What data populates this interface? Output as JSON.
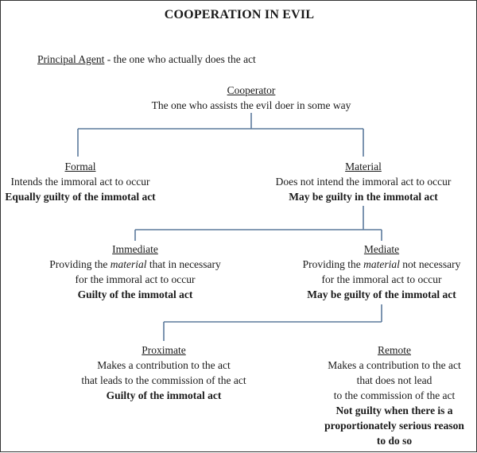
{
  "title": "COOPERATION IN EVIL",
  "principal": {
    "term": "Principal Agent",
    "definition": " - the one who actually does the act"
  },
  "cooperator": {
    "label": "Cooperator",
    "desc": "The one who assists the evil doer in some way"
  },
  "formal": {
    "label": "Formal",
    "desc": "Intends the immoral act to occur",
    "verdict": "Equally guilty of the immotal act"
  },
  "material": {
    "label": "Material",
    "desc": "Does not intend the immoral act to occur",
    "verdict": "May be guilty in the immotal act"
  },
  "immediate": {
    "label": "Immediate",
    "desc1_pre": "Providing the ",
    "desc1_em": "material",
    "desc1_post": " that in necessary",
    "desc2": "for the immoral act to occur",
    "verdict": "Guilty of the immotal act"
  },
  "mediate": {
    "label": "Mediate",
    "desc1_pre": "Providing the ",
    "desc1_em": "material",
    "desc1_post": " not necessary",
    "desc2": "for the immoral act to occur",
    "verdict": "May be guilty of the immotal act"
  },
  "proximate": {
    "label": "Proximate",
    "desc1": "Makes a contribution to the act",
    "desc2": "that leads to the commission of the act",
    "verdict": "Guilty of the immotal act"
  },
  "remote": {
    "label": "Remote",
    "desc1": "Makes a contribution to the act",
    "desc2": "that does not lead",
    "desc3": "to the commission of the act",
    "verdict1": "Not guilty when there is a",
    "verdict2": "proportionately serious reason",
    "verdict3": "to do so"
  },
  "colors": {
    "connector": "#5b7a9c",
    "text": "#1a1a1a",
    "border": "#333333"
  }
}
